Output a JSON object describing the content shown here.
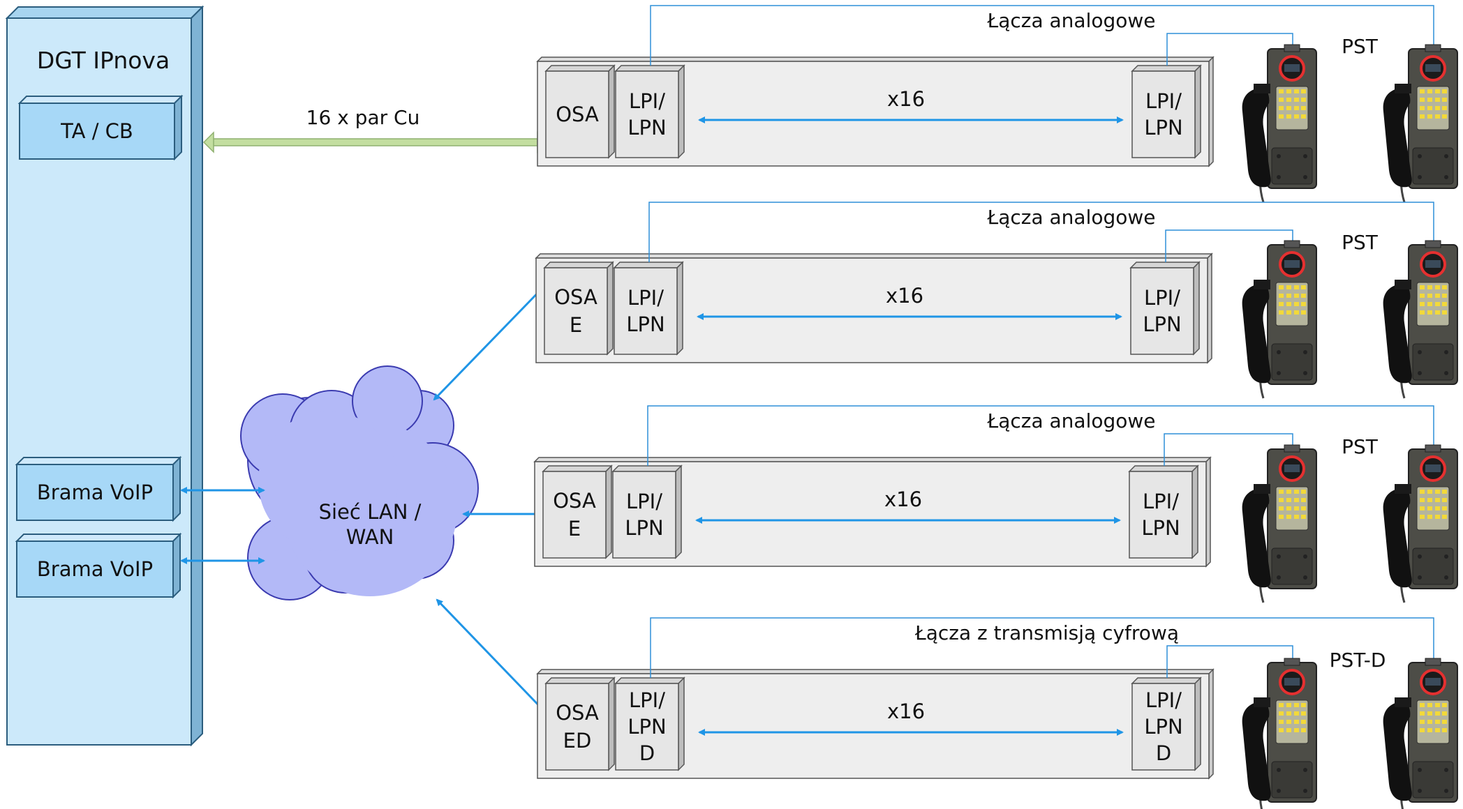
{
  "main_system": {
    "title": "DGT IPnova",
    "ta_cb": "TA / CB",
    "gateways": [
      "Brama VoIP",
      "Brama VoIP"
    ]
  },
  "cu_link": {
    "label": "16 x par Cu"
  },
  "cloud": {
    "line1": "Sieć LAN /",
    "line2": "WAN"
  },
  "racks": [
    {
      "link_label": "Łącza analogowe",
      "osa": [
        "OSA"
      ],
      "lpi_left": [
        "LPI/",
        "LPN"
      ],
      "lpi_right": [
        "LPI/",
        "LPN"
      ],
      "multiplier": "x16",
      "phone_label": "PST"
    },
    {
      "link_label": "Łącza analogowe",
      "osa": [
        "OSA",
        "E"
      ],
      "lpi_left": [
        "LPI/",
        "LPN"
      ],
      "lpi_right": [
        "LPI/",
        "LPN"
      ],
      "multiplier": "x16",
      "phone_label": "PST"
    },
    {
      "link_label": "Łącza analogowe",
      "osa": [
        "OSA",
        "E"
      ],
      "lpi_left": [
        "LPI/",
        "LPN"
      ],
      "lpi_right": [
        "LPI/",
        "LPN"
      ],
      "multiplier": "x16",
      "phone_label": "PST"
    },
    {
      "link_label": "Łącza z transmisją cyfrową",
      "osa": [
        "OSA",
        "ED"
      ],
      "lpi_left": [
        "LPI/",
        "LPN",
        "D"
      ],
      "lpi_right": [
        "LPI/",
        "LPN",
        "D"
      ],
      "multiplier": "x16",
      "phone_label": "PST-D"
    }
  ],
  "colors": {
    "arrow": "#1f95e6",
    "panel": "#cce9fa",
    "box": "#a7d8f7",
    "cloud": "#b3b9f7",
    "rack": "#eeeeee",
    "cu": "#c3dea0"
  }
}
